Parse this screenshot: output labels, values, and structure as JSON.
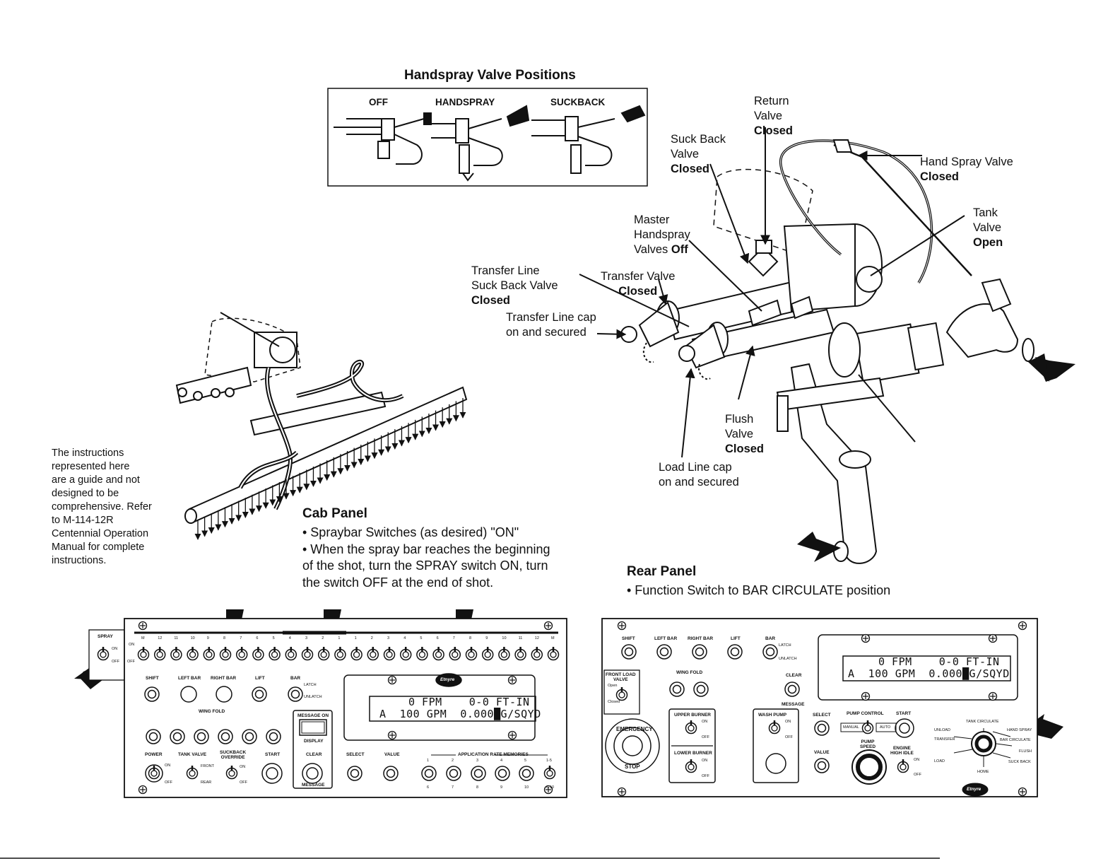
{
  "handspray": {
    "title": "Handspray Valve Positions",
    "positions": [
      "OFF",
      "HANDSPRAY",
      "SUCKBACK"
    ]
  },
  "callouts": {
    "return_valve": {
      "name": "Return\nValve",
      "state": "Closed"
    },
    "suck_back_valve": {
      "name": "Suck Back\nValve",
      "state": "Closed"
    },
    "hand_spray_valve": {
      "name": "Hand Spray Valve",
      "state": "Closed"
    },
    "tank_valve": {
      "name": "Tank\nValve",
      "state": "Open"
    },
    "master_handspray": {
      "name": "Master\nHandspray\nValves",
      "state": "Off"
    },
    "transfer_line_suckback": {
      "name": "Transfer Line\nSuck Back Valve",
      "state": "Closed"
    },
    "transfer_valve": {
      "name": "Transfer Valve",
      "state": "Closed"
    },
    "transfer_line_cap": {
      "name": "Transfer Line cap\non and secured"
    },
    "flush_valve": {
      "name": "Flush\nValve",
      "state": "Closed"
    },
    "load_line_cap": {
      "name": "Load Line cap\non and secured"
    }
  },
  "note": "The instructions\nrepresented here\nare a guide and not\ndesigned to be\ncomprehensive. Refer\nto M-114-12R\nCentennial Operation\nManual for complete\ninstructions.",
  "cab_section": {
    "title": "Cab Panel",
    "bullets": [
      "• Spraybar Switches (as desired) \"ON\"",
      "• When the spray bar reaches the beginning\n   of the shot, turn the SPRAY switch ON, turn\n   the switch OFF at the end of shot."
    ]
  },
  "rear_section": {
    "title": "Rear Panel",
    "bullets": [
      "• Function Switch to BAR CIRCULATE position"
    ]
  },
  "cab_panel": {
    "spray_box": {
      "title": "SPRAY",
      "on": "ON",
      "off": "OFF"
    },
    "bar_numbers": [
      "M",
      "12",
      "11",
      "10",
      "9",
      "8",
      "7",
      "6",
      "5",
      "4",
      "3",
      "2",
      "1",
      "1",
      "2",
      "3",
      "4",
      "5",
      "6",
      "7",
      "8",
      "9",
      "10",
      "11",
      "12",
      "M"
    ],
    "on": "ON",
    "off": "OFF",
    "shift": "SHIFT",
    "left_bar": "LEFT BAR",
    "right_bar": "RIGHT BAR",
    "lift": "LIFT",
    "bar": "BAR",
    "latch": "LATCH",
    "unlatch": "UNLATCH",
    "wing_fold": "WING FOLD",
    "message_on": "MESSAGE ON",
    "display": "DISPLAY",
    "clear": "CLEAR",
    "message": "MESSAGE",
    "power": "POWER",
    "tank_valve": "TANK VALVE",
    "front": "FRONT",
    "rear": "REAR",
    "suckback_override": "SUCKBACK\nOVERRIDE",
    "start": "START",
    "select": "SELECT",
    "value": "VALUE",
    "app_rate": "APPLICATION RATE MEMORIES",
    "mem_top": [
      "1",
      "2",
      "3",
      "4",
      "5",
      "1-5"
    ],
    "mem_bottom": [
      "6",
      "7",
      "8",
      "9",
      "10",
      "6-10"
    ],
    "lcd_line1": "0 FPM    0-0 FT-IN",
    "lcd_line2": "A  100 GPM  0.000█G/SQYD",
    "brand": "Etnyre"
  },
  "rear_panel": {
    "shift": "SHIFT",
    "left_bar": "LEFT BAR",
    "right_bar": "RIGHT BAR",
    "lift": "LIFT",
    "bar": "BAR",
    "latch": "LATCH",
    "unlatch": "UNLATCH",
    "front_load": "FRONT LOAD\nVALVE",
    "open": "Open",
    "closed": "Closed",
    "wing_fold": "WING FOLD",
    "clear": "CLEAR",
    "message": "MESSAGE",
    "emergency": "EMERGENCY",
    "stop": "STOP",
    "upper_burner": "UPPER BURNER",
    "lower_burner": "LOWER BURNER",
    "wash_pump": "WASH PUMP",
    "on": "ON",
    "off": "OFF",
    "select": "SELECT",
    "value": "VALUE",
    "pump_control": "PUMP CONTROL",
    "manual": "MANUAL",
    "auto": "AUTO",
    "pump_speed": "PUMP\nSPEED",
    "start": "START",
    "engine_high_idle": "ENGINE\nHIGH IDLE",
    "functions": {
      "unload": "UNLOAD",
      "tank_circulate": "TANK CIRCULATE",
      "hand_spray": "HAND SPRAY",
      "transfer": "TRANSFER",
      "bar_circulate": "BAR CIRCULATE",
      "flush": "FLUSH",
      "load": "LOAD",
      "home": "HOME",
      "suck_back": "SUCK BACK"
    },
    "lcd_line1": "0 FPM    0-0 FT-IN",
    "lcd_line2": "A  100 GPM  0.000█G/SQYD",
    "brand": "Etnyre"
  },
  "colors": {
    "ink": "#111111",
    "paper": "#ffffff",
    "grey": "#c8c8c8"
  }
}
